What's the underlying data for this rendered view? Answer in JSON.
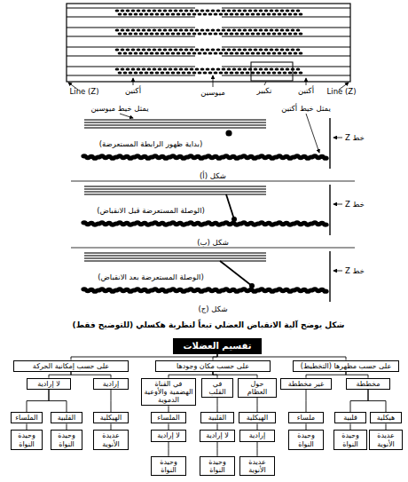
{
  "diagram": {
    "caption": "شكل يوضح آلية الانقباض العضلي تبعاً لنظرية هكسلي (للتوضيح فقط)",
    "nodes": [
      {
        "text": [
          "تقسيم العضلات"
        ]
      },
      {
        "text": [
          "على حسب مظهرها (التخطيط)"
        ]
      },
      {
        "text": [
          "على حسب مكان وجودها"
        ]
      },
      {
        "text": [
          "على حسب إمكانية الحركة"
        ]
      },
      {
        "text": [
          "مخططة"
        ]
      },
      {
        "text": [
          "غير مخططة"
        ]
      },
      {
        "text": [
          "هيكلية"
        ]
      },
      {
        "text": [
          "قلبية"
        ]
      },
      {
        "text": [
          "ملساء"
        ]
      },
      {
        "text": [
          "عديدة الأنوية"
        ]
      },
      {
        "text": [
          "وحيدة النواة"
        ]
      },
      {
        "text": [
          "وحيدة النواة"
        ]
      },
      {
        "text": [
          "حول العظام"
        ]
      },
      {
        "text": [
          "في القلب"
        ]
      },
      {
        "text": [
          "في القناة الهضمية والأوعية الدموية"
        ]
      },
      {
        "text": [
          "الهيكلية"
        ]
      },
      {
        "text": [
          "القلبية"
        ]
      },
      {
        "text": [
          "الملساء"
        ]
      },
      {
        "text": [
          "إرادية"
        ]
      },
      {
        "text": [
          "لا إرادية"
        ]
      },
      {
        "text": [
          "لا إرادية"
        ]
      },
      {
        "text": [
          "عديدة الأنوية"
        ]
      },
      {
        "text": [
          "وحيدة النواة"
        ]
      },
      {
        "text": [
          "وحيدة النواة"
        ]
      },
      {
        "text": [
          "إرادية"
        ]
      },
      {
        "text": [
          "لا إرادية"
        ]
      },
      {
        "text": [
          "الهيكلية"
        ]
      },
      {
        "text": [
          "القلبية"
        ]
      },
      {
        "text": [
          "الملساء"
        ]
      },
      {
        "text": [
          "عديدة الأنوية"
        ]
      },
      {
        "text": [
          "وحيدة النواة"
        ]
      },
      {
        "text": [
          "وحيدة النواة"
        ]
      }
    ],
    "edges": [
      {
        "from": 0,
        "to": 1,
        "arrow": "none"
      },
      {
        "from": 0,
        "to": 2,
        "arrow": "none"
      },
      {
        "from": 0,
        "to": 3,
        "arrow": "none"
      },
      {
        "from": 1,
        "to": 4,
        "arrow": "none"
      },
      {
        "from": 1,
        "to": 5,
        "arrow": "none"
      },
      {
        "from": 4,
        "to": 6,
        "arrow": "none"
      },
      {
        "from": 4,
        "to": 7,
        "arrow": "none"
      },
      {
        "from": 5,
        "to": 8,
        "arrow": "none"
      },
      {
        "from": 6,
        "to": 9,
        "arrow": "none"
      },
      {
        "from": 7,
        "to": 10,
        "arrow": "none"
      },
      {
        "from": 8,
        "to": 11,
        "arrow": "none"
      },
      {
        "from": 2,
        "to": 12,
        "arrow": "none"
      },
      {
        "from": 2,
        "to": 13,
        "arrow": "none"
      },
      {
        "from": 2,
        "to": 14,
        "arrow": "none"
      },
      {
        "from": 12,
        "to": 15,
        "arrow": "none"
      },
      {
        "from": 13,
        "to": 16,
        "arrow": "none"
      },
      {
        "from": 14,
        "to": 17,
        "arrow": "none"
      },
      {
        "from": 15,
        "to": 18,
        "arrow": "none"
      },
      {
        "from": 16,
        "to": 19,
        "arrow": "none"
      },
      {
        "from": 17,
        "to": 20,
        "arrow": "none"
      },
      {
        "from": 18,
        "to": 21,
        "arrow": "none"
      },
      {
        "from": 19,
        "to": 22,
        "arrow": "none"
      },
      {
        "from": 20,
        "to": 23,
        "arrow": "none"
      },
      {
        "from": 3,
        "to": 24,
        "arrow": "none"
      },
      {
        "from": 3,
        "to": 25,
        "arrow": "none"
      },
      {
        "from": 24,
        "to": 26,
        "arrow": "none"
      },
      {
        "from": 25,
        "to": 27,
        "arrow": "none"
      },
      {
        "from": 25,
        "to": 28,
        "arrow": "none"
      },
      {
        "from": 26,
        "to": 29,
        "arrow": "none"
      },
      {
        "from": 27,
        "to": 30,
        "arrow": "none"
      },
      {
        "from": 28,
        "to": 31,
        "arrow": "none"
      }
    ],
    "labels": [
      "(Z) Line",
      "أكتين",
      "ميوسين",
      "تكبير",
      "أكتين",
      "(Z) Line",
      "يمثل خيط ميوسين",
      "يمثل خيط أكتين",
      "خط Z",
      "(بداية ظهور الرابطة المستعرضة)",
      "شكل (أ)",
      "خط Z",
      "(الوصلة المستعرضة قبل الانقباض)",
      "شكل (ب)",
      "خط Z",
      "(الوصلة المستعرضة بعد الانقباض)",
      "شكل (ج)"
    ]
  }
}
